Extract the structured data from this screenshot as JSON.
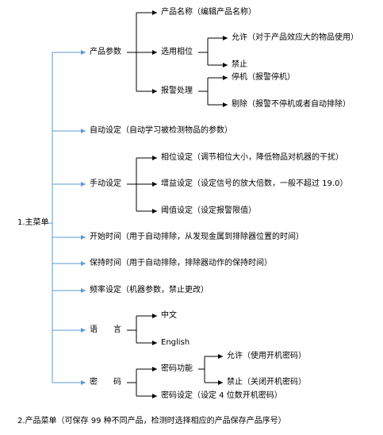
{
  "root": {
    "label": "1.主菜单"
  },
  "colors": {
    "trunk": "#5b9bd5",
    "branch": "#000000",
    "text": "#000000"
  },
  "branches": {
    "product_params": {
      "label": "产品参数",
      "product_name": "产品名称（编辑产品名称）",
      "phase_select": {
        "label": "选用相位",
        "allow": "允许（对于产品效应大的物品使用）",
        "forbid": "禁止"
      },
      "alarm_handling": {
        "label": "报警处理",
        "stop": "停机（报警停机）",
        "reject": "剔除（报警不停机或者自动排除）"
      }
    },
    "auto_setting": {
      "label": "自动设定（自动学习被检测物品的参数）"
    },
    "manual_setting": {
      "label": "手动设定",
      "phase_setting": "相位设定（调节相位大小，降低物品对机器的干扰）",
      "gain_setting": "增益设定（设定信号的放大倍数，一般不超过 19.0）",
      "threshold_setting": "阈值设定（设定报警限值）"
    },
    "start_time": {
      "label": "开始时间（用于自动排除，从发现金属到排除器位置的时间）"
    },
    "hold_time": {
      "label": "保持时间（用于自动排除，排除器动作的保持时间）"
    },
    "frequency_setting": {
      "label": "频率设定（机器参数，禁止更改）"
    },
    "language": {
      "label": "语　　言",
      "chinese": "中文",
      "english": "English"
    },
    "password": {
      "label": "密　　码",
      "password_function": {
        "label": "密码功能",
        "allow": "允许（使用开机密码）",
        "forbid": "禁止（关闭开机密码）"
      },
      "password_setting": "密码设定（设定 4 位数开机密码）"
    }
  },
  "footer": {
    "label": "2.产品菜单（可保存 99 种不同产品，检测时选择相应的产品保存产品序号）"
  }
}
